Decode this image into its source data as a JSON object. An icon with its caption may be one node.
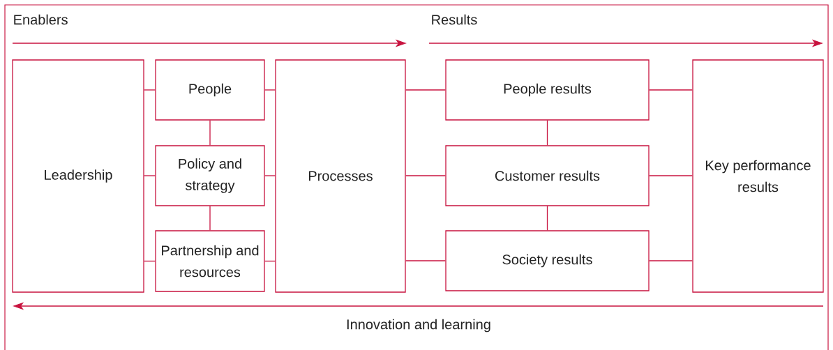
{
  "diagram": {
    "nodes": [
      {
        "text": [
          "Leadership"
        ]
      },
      {
        "text": [
          "People"
        ]
      },
      {
        "text": [
          "Policy and strategy"
        ]
      },
      {
        "text": [
          "Partnership and resources"
        ]
      },
      {
        "text": [
          "Processes"
        ]
      },
      {
        "text": [
          "People results"
        ]
      },
      {
        "text": [
          "Customer results"
        ]
      },
      {
        "text": [
          "Society results"
        ]
      },
      {
        "text": [
          "Key performance results"
        ]
      }
    ],
    "edges": [
      {
        "from": 0,
        "to": 1,
        "arrow": "none"
      },
      {
        "from": 0,
        "to": 2,
        "arrow": "none"
      },
      {
        "from": 0,
        "to": 3,
        "arrow": "none"
      },
      {
        "from": 1,
        "to": 2,
        "arrow": "none"
      },
      {
        "from": 2,
        "to": 3,
        "arrow": "none"
      },
      {
        "from": 1,
        "to": 4,
        "arrow": "none"
      },
      {
        "from": 2,
        "to": 4,
        "arrow": "none"
      },
      {
        "from": 3,
        "to": 4,
        "arrow": "none"
      },
      {
        "from": 4,
        "to": 5,
        "arrow": "none"
      },
      {
        "from": 4,
        "to": 6,
        "arrow": "none"
      },
      {
        "from": 4,
        "to": 7,
        "arrow": "none"
      },
      {
        "from": 5,
        "to": 6,
        "arrow": "none"
      },
      {
        "from": 6,
        "to": 7,
        "arrow": "none"
      },
      {
        "from": 5,
        "to": 8,
        "arrow": "none"
      },
      {
        "from": 6,
        "to": 8,
        "arrow": "none"
      },
      {
        "from": 7,
        "to": 8,
        "arrow": "none"
      }
    ],
    "labels": [
      "Enablers",
      "Results",
      "Innovation and learning"
    ]
  }
}
